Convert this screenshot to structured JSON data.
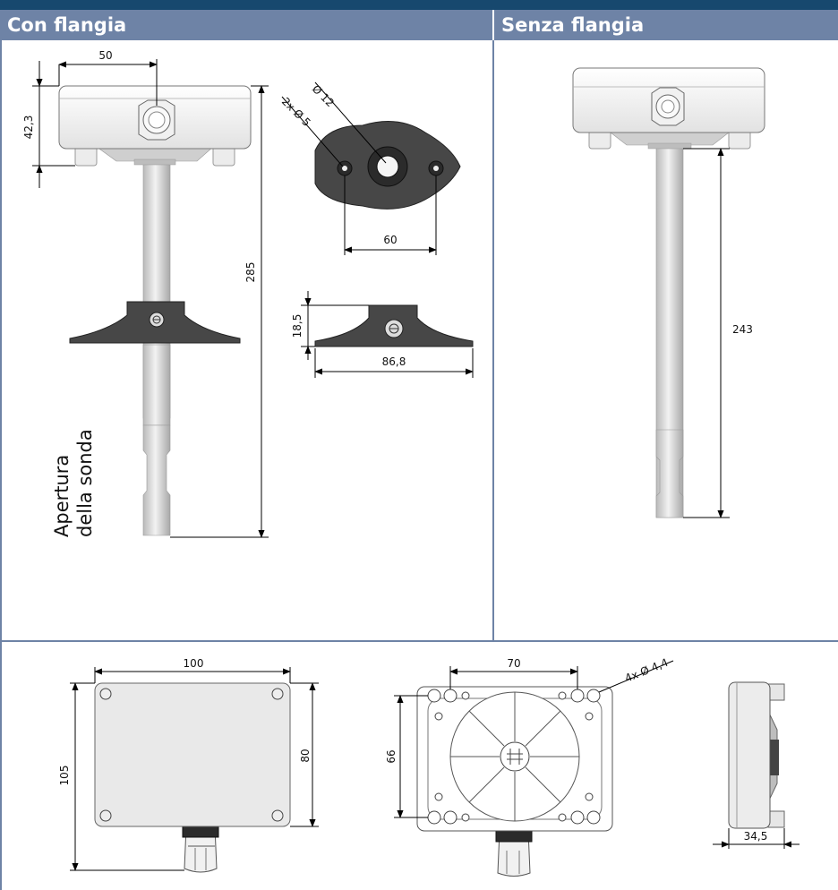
{
  "headers": {
    "left": "Con flangia",
    "right": "Senza flangia"
  },
  "labels": {
    "probe_opening_line1": "Apertura",
    "probe_opening_line2": "della sonda"
  },
  "dimensions": {
    "width_50": "50",
    "height_42_3": "42,3",
    "length_285": "285",
    "dia_12": "Ø 12",
    "holes_2x_dia5": "2x Ø 5",
    "spacing_60": "60",
    "flange_height_18_5": "18,5",
    "flange_width_86_8": "86,8",
    "length_243": "243",
    "box_width_100": "100",
    "box_height_105": "105",
    "box_height_80": "80",
    "hole_spacing_70": "70",
    "holes_4x_dia4_4": "4x Ø 4,4",
    "hole_spacing_66": "66",
    "depth_34_5": "34,5"
  },
  "colors": {
    "header_bg": "#6e83a6",
    "top_bar": "#17486e",
    "flange": "#4a4a4a",
    "housing": "#e9e9e9",
    "tube": "#cfcfcf"
  }
}
